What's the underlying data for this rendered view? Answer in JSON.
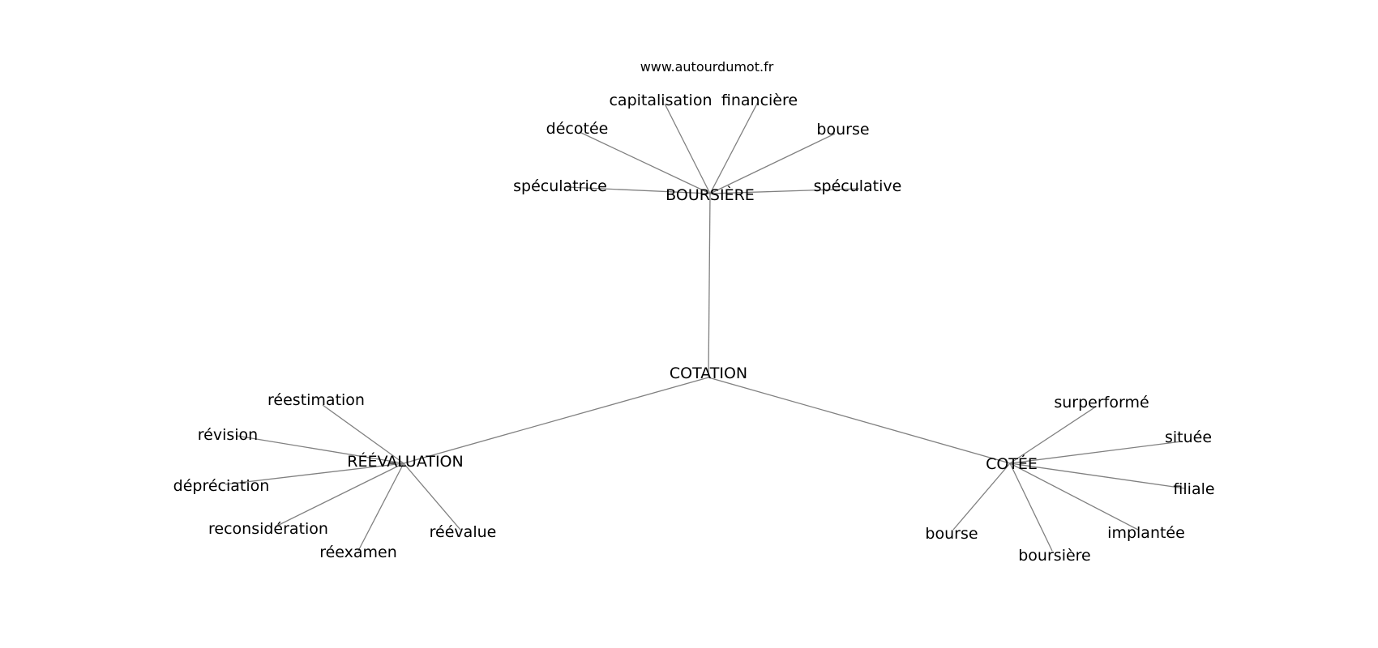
{
  "site": {
    "label": "www.autourdumot.fr"
  },
  "graph": {
    "nodes": [
      {
        "id": "cotation",
        "label": "COTATION"
      },
      {
        "id": "boursiere_hub",
        "label": "BOURSIÈRE"
      },
      {
        "id": "reevaluation",
        "label": "RÉÉVALUATION"
      },
      {
        "id": "cotee",
        "label": "COTÉE"
      },
      {
        "id": "capitalisation",
        "label": "capitalisation"
      },
      {
        "id": "financiere",
        "label": "financière"
      },
      {
        "id": "decotee",
        "label": "décotée"
      },
      {
        "id": "bourse_top",
        "label": "bourse"
      },
      {
        "id": "speculatrice",
        "label": "spéculatrice"
      },
      {
        "id": "speculative",
        "label": "spéculative"
      },
      {
        "id": "reestimation",
        "label": "réestimation"
      },
      {
        "id": "revision",
        "label": "révision"
      },
      {
        "id": "depreciation",
        "label": "dépréciation"
      },
      {
        "id": "reconsideration",
        "label": "reconsidération"
      },
      {
        "id": "reexamen",
        "label": "réexamen"
      },
      {
        "id": "reevalue",
        "label": "réévalue"
      },
      {
        "id": "surperforme",
        "label": "surperformé"
      },
      {
        "id": "situee",
        "label": "située"
      },
      {
        "id": "filiale",
        "label": "filiale"
      },
      {
        "id": "implantee",
        "label": "implantée"
      },
      {
        "id": "boursiere_leaf",
        "label": "boursière"
      },
      {
        "id": "bourse_right",
        "label": "bourse"
      }
    ],
    "edges": [
      [
        "cotation",
        "boursiere_hub"
      ],
      [
        "cotation",
        "reevaluation"
      ],
      [
        "cotation",
        "cotee"
      ],
      [
        "boursiere_hub",
        "capitalisation"
      ],
      [
        "boursiere_hub",
        "financiere"
      ],
      [
        "boursiere_hub",
        "decotee"
      ],
      [
        "boursiere_hub",
        "bourse_top"
      ],
      [
        "boursiere_hub",
        "speculatrice"
      ],
      [
        "boursiere_hub",
        "speculative"
      ],
      [
        "reevaluation",
        "reestimation"
      ],
      [
        "reevaluation",
        "revision"
      ],
      [
        "reevaluation",
        "depreciation"
      ],
      [
        "reevaluation",
        "reconsideration"
      ],
      [
        "reevaluation",
        "reexamen"
      ],
      [
        "reevaluation",
        "reevalue"
      ],
      [
        "cotee",
        "surperforme"
      ],
      [
        "cotee",
        "situee"
      ],
      [
        "cotee",
        "filiale"
      ],
      [
        "cotee",
        "implantee"
      ],
      [
        "cotee",
        "boursiere_leaf"
      ],
      [
        "cotee",
        "bourse_right"
      ]
    ]
  }
}
